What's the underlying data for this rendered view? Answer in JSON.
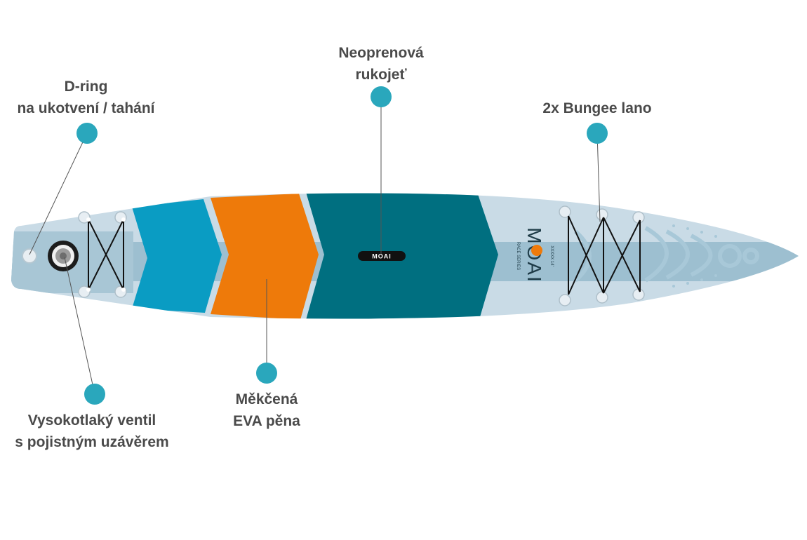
{
  "brand": {
    "logo": "MOAI",
    "tag_series": "RACE SERIES",
    "tag_model": "XXXXX 14'"
  },
  "colors": {
    "board_light": "#c9dbe6",
    "board_stripe": "#9dbfd0",
    "blue_chevron": "#0a9cc3",
    "orange_chevron": "#ee7a0a",
    "teal_panel": "#006f80",
    "callout_dot": "#2aa7bc",
    "label_text": "#4a4a4a"
  },
  "callouts": [
    {
      "id": "d-ring",
      "lines": [
        "D-ring",
        "na ukotvení / tahání"
      ]
    },
    {
      "id": "handle",
      "lines": [
        "Neoprenová",
        "rukojeť"
      ]
    },
    {
      "id": "bungee",
      "lines": [
        "2x Bungee lano"
      ]
    },
    {
      "id": "valve",
      "lines": [
        "Vysokotlaký ventil",
        "s pojistným uzávěrem"
      ]
    },
    {
      "id": "eva",
      "lines": [
        "Měkčená",
        "EVA pěna"
      ]
    }
  ]
}
